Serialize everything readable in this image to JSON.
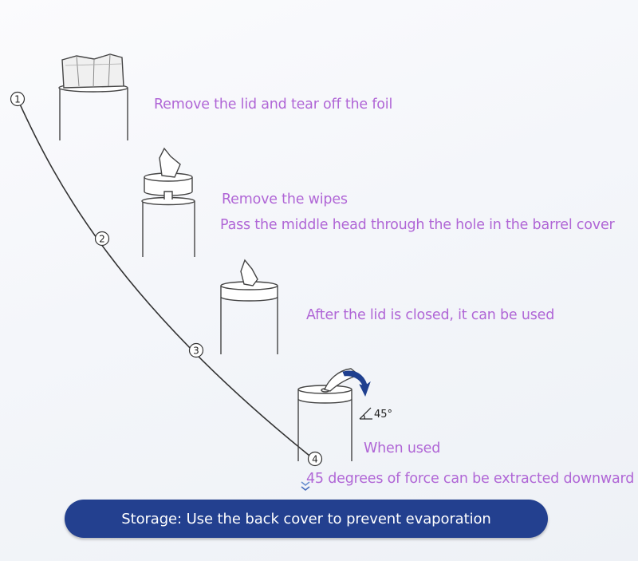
{
  "steps": [
    {
      "number": "1",
      "caption": "Remove the lid and tear off the foil"
    },
    {
      "number": "2",
      "caption": "Remove the wipes",
      "caption2": "Pass the middle head through the hole in the barrel cover"
    },
    {
      "number": "3",
      "caption": "After the lid is closed, it can be used"
    },
    {
      "number": "4",
      "caption": "When used",
      "caption2": "45 degrees of force can be extracted downward"
    }
  ],
  "angle_label": "45°",
  "banner": {
    "text": "Storage: Use the back cover to prevent evaporation"
  },
  "colors": {
    "caption": "#b066d6",
    "banner_fill": "#23408f",
    "banner_text": "#ffffff",
    "line": "#333333",
    "arrow": "#1f3f8f"
  },
  "icons": {
    "step_marker": "circled-number-icon",
    "canister": "wipes-canister-icon",
    "pull_arrow": "curved-arrow-icon",
    "down": "double-chevron-down-icon"
  }
}
